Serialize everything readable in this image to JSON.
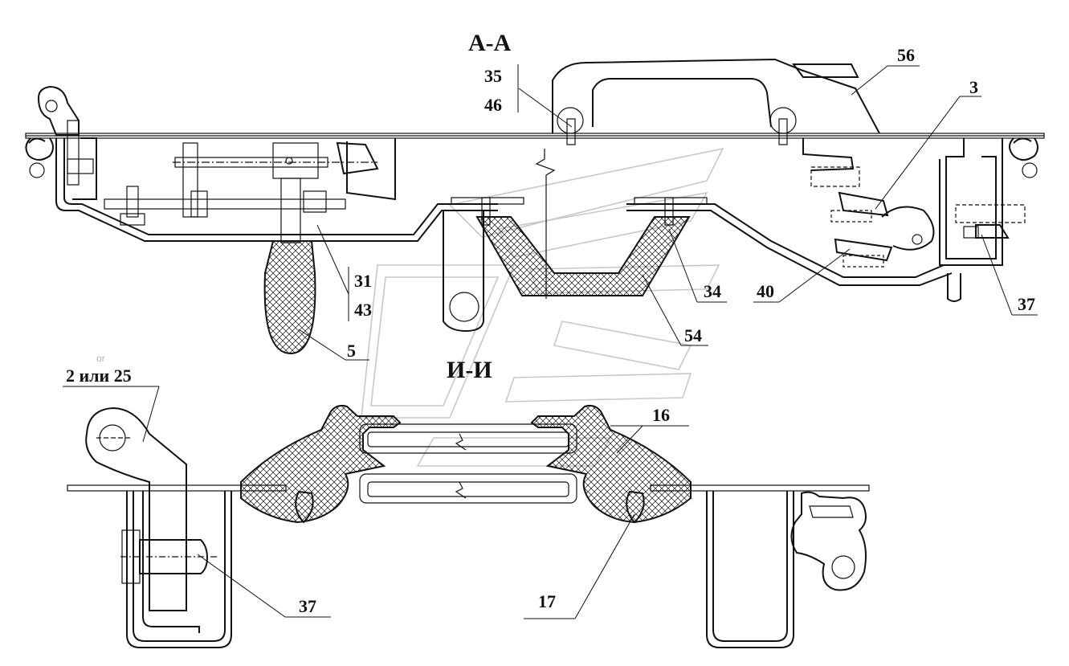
{
  "section_titles": {
    "top": "A-A",
    "bottom": "И-И"
  },
  "callouts": {
    "c35": "35",
    "c46": "46",
    "c56": "56",
    "c3": "3",
    "c31": "31",
    "c43": "43",
    "c5": "5",
    "c34": "34",
    "c40": "40",
    "c54": "54",
    "c37_top": "37",
    "c2or25": "2 или 25",
    "c16": "16",
    "c17": "17",
    "c37_bottom": "37"
  },
  "faint_mark": "or",
  "colors": {
    "ink": "#111111",
    "watermark": "#c8c8c8",
    "background": "#ffffff"
  }
}
